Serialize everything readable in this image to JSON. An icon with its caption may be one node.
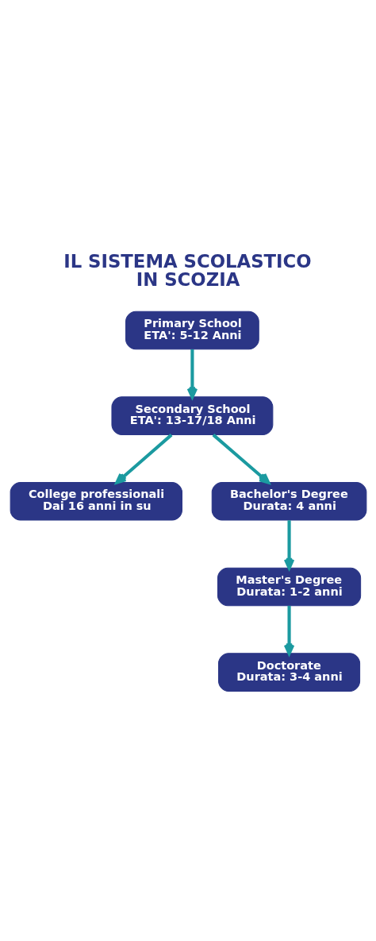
{
  "diagram": {
    "title": "IL SISTEMA SCOLASTICO IN SCOZIA",
    "nodes": [
      {
        "text": [
          "Primary School",
          "ETA': 5-12 Anni"
        ]
      },
      {
        "text": [
          "Secondary School",
          "ETA': 13-17/18 Anni"
        ]
      },
      {
        "text": [
          "College professionali",
          "Dai 16 anni in su"
        ]
      },
      {
        "text": [
          "Bachelor's Degree",
          "Durata: 4 anni"
        ]
      },
      {
        "text": [
          "Master's Degree",
          "Durata: 1-2 anni"
        ]
      },
      {
        "text": [
          "Doctorate",
          "Durata: 3-4 anni"
        ]
      }
    ],
    "edges": [
      {
        "from": 0,
        "to": 1,
        "arrow": "to"
      },
      {
        "from": 1,
        "to": 2,
        "arrow": "to"
      },
      {
        "from": 1,
        "to": 3,
        "arrow": "to"
      },
      {
        "from": 3,
        "to": 4,
        "arrow": "to"
      },
      {
        "from": 4,
        "to": 5,
        "arrow": "to"
      }
    ]
  }
}
